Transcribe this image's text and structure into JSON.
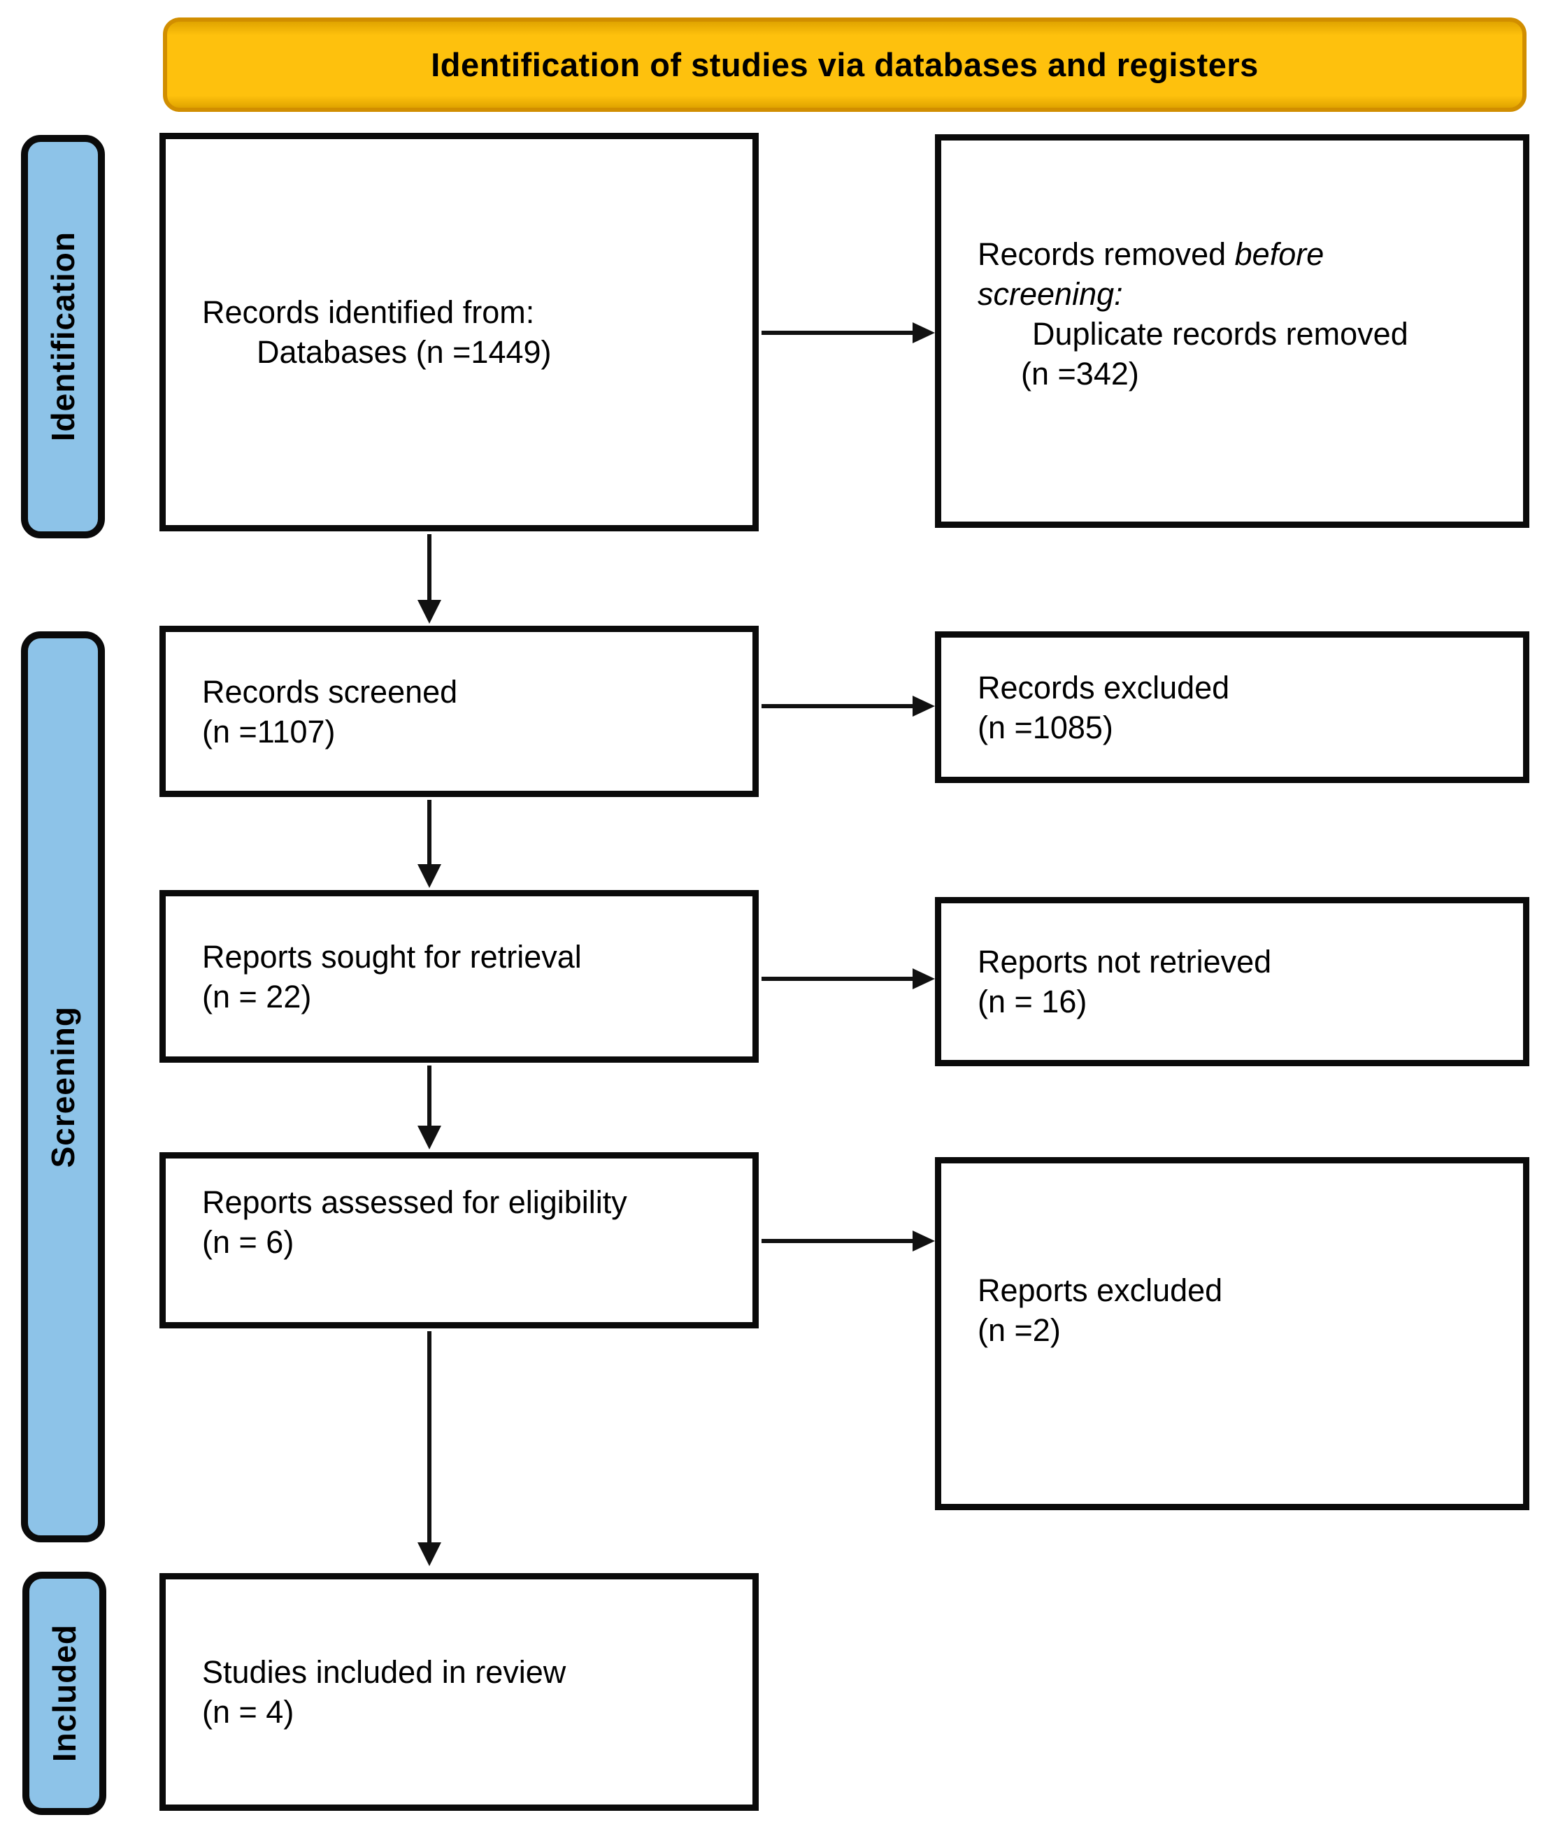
{
  "banner": {
    "title": "Identification of studies via databases and registers"
  },
  "stages": [
    {
      "label": "Identification"
    },
    {
      "label": "Screening"
    },
    {
      "label": "Included"
    }
  ],
  "boxes": {
    "records_identified": {
      "line1": "Records identified from:",
      "line2": "Databases (n =1449)"
    },
    "records_removed": {
      "lead": "Records removed ",
      "italic_start": "before",
      "italic_cont": "screening:",
      "detail": "Duplicate records removed",
      "count": "(n =342)"
    },
    "records_screened": {
      "line1": "Records screened",
      "line2": "(n =1107)"
    },
    "records_excluded": {
      "line1": "Records excluded",
      "line2": "(n =1085)"
    },
    "reports_sought": {
      "line1": "Reports sought for retrieval",
      "line2": "(n = 22)"
    },
    "reports_not_retrieved": {
      "line1": "Reports not retrieved",
      "line2": "(n = 16)"
    },
    "reports_assessed": {
      "line1": "Reports assessed for eligibility",
      "line2": "(n = 6)"
    },
    "reports_excluded": {
      "line1": "Reports excluded",
      "line2": "(n =2)"
    },
    "studies_included": {
      "line1": "Studies included in review",
      "line2": "(n = 4)"
    }
  },
  "colors": {
    "banner_fill": "#FEC10D",
    "banner_fill_dark": "#E0A400",
    "banner_border": "#D18E00",
    "stage_fill": "#8DC3E8",
    "stage_border": "#0A0A0A",
    "box_border": "#0A0A0A",
    "box_fill": "#FFFFFF",
    "arrow_color": "#111111",
    "text_color": "#000000"
  }
}
